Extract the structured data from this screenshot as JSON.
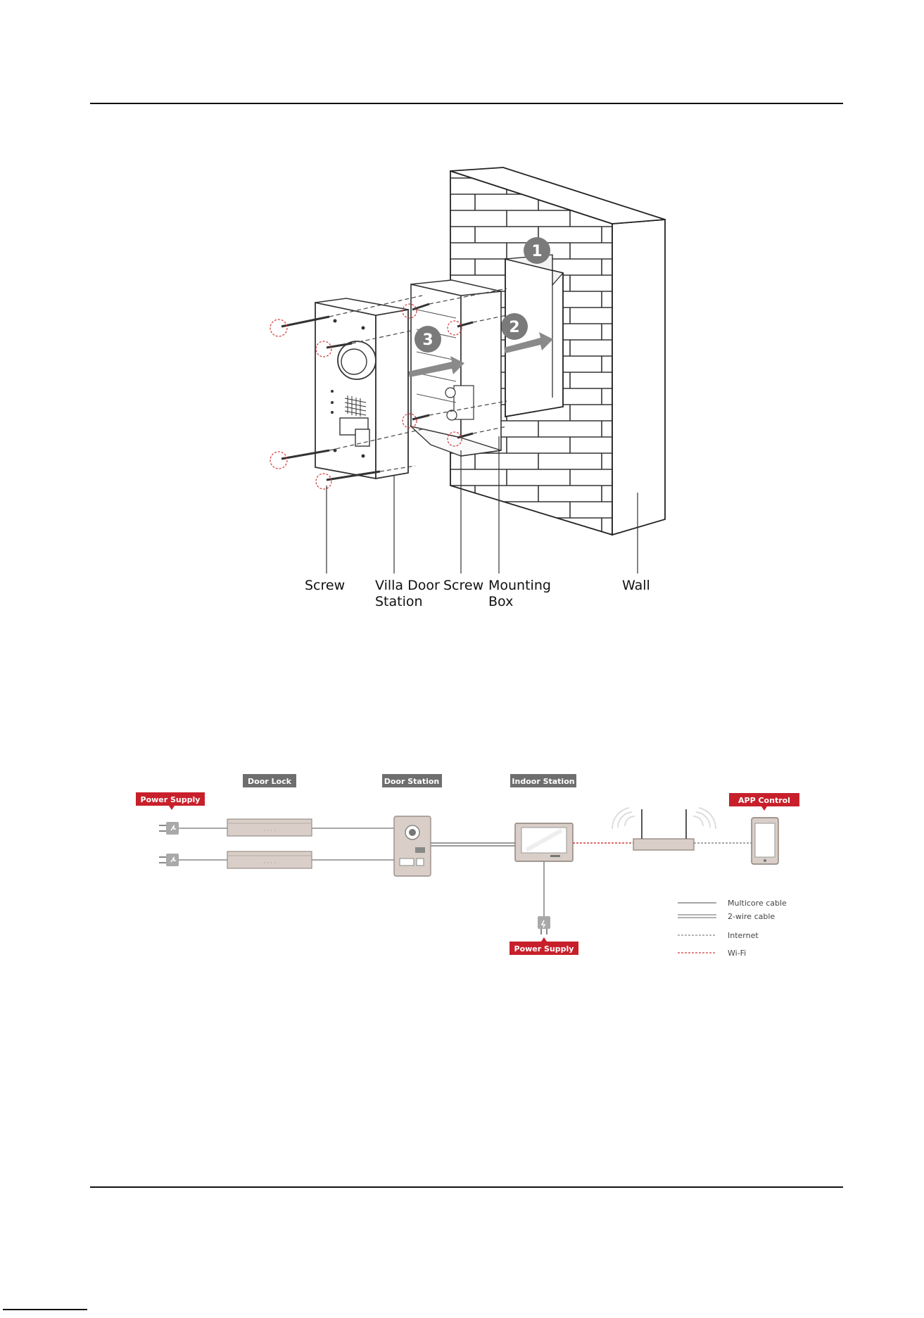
{
  "installation_figure": {
    "steps": [
      "1",
      "2",
      "3"
    ],
    "labels": {
      "screw_left": "Screw",
      "villa_door_station_l1": "Villa Door",
      "villa_door_station_l2": "Station",
      "screw_right": "Screw",
      "mounting_box_l1": "Mounting",
      "mounting_box_l2": "Box",
      "wall": "Wall"
    }
  },
  "topology_figure": {
    "headers": {
      "door_lock": "Door Lock",
      "door_station": "Door Station",
      "indoor_station": "Indoor Station"
    },
    "tags": {
      "power_supply_left": "Power Supply",
      "power_supply_bottom": "Power Supply",
      "app_control": "APP Control"
    },
    "legend": [
      {
        "label": "Multicore cable",
        "style": "solid"
      },
      {
        "label": "2-wire cable",
        "style": "double"
      },
      {
        "label": "Internet",
        "style": "dashed-gray"
      },
      {
        "label": "Wi-Fi",
        "style": "dashed-red"
      }
    ],
    "colors": {
      "tag_red": "#c8202b",
      "header_gray": "#6e6e6e",
      "device_fill": "#d9cfc8",
      "wifi_red": "#d23a3a"
    }
  }
}
